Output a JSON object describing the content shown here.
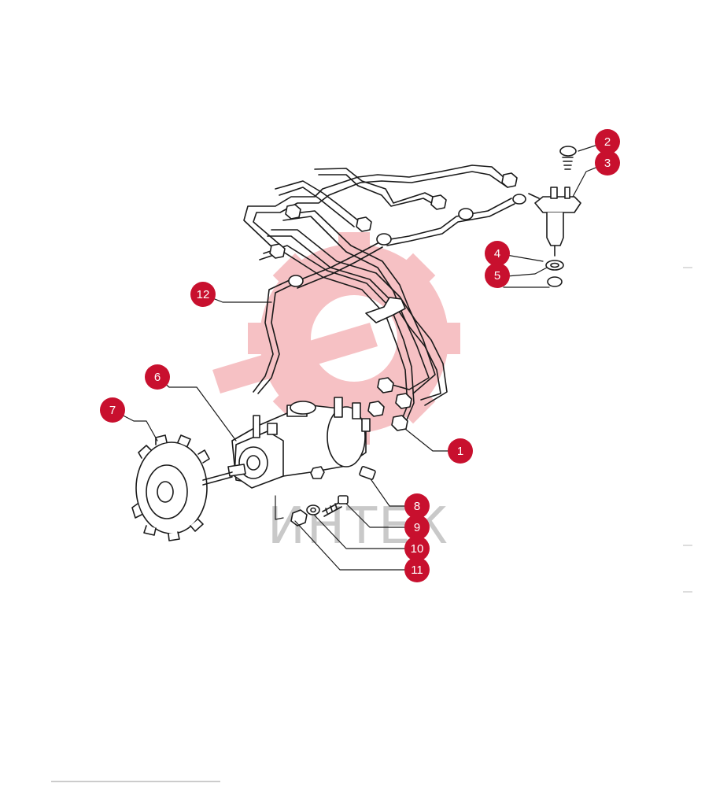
{
  "diagram": {
    "watermark_text": "ИНТЕК",
    "callout_color": "#c8102e",
    "line_color": "#1a1a1a",
    "callouts": [
      "1",
      "2",
      "3",
      "4",
      "5",
      "6",
      "7",
      "8",
      "9",
      "10",
      "11",
      "12"
    ]
  }
}
